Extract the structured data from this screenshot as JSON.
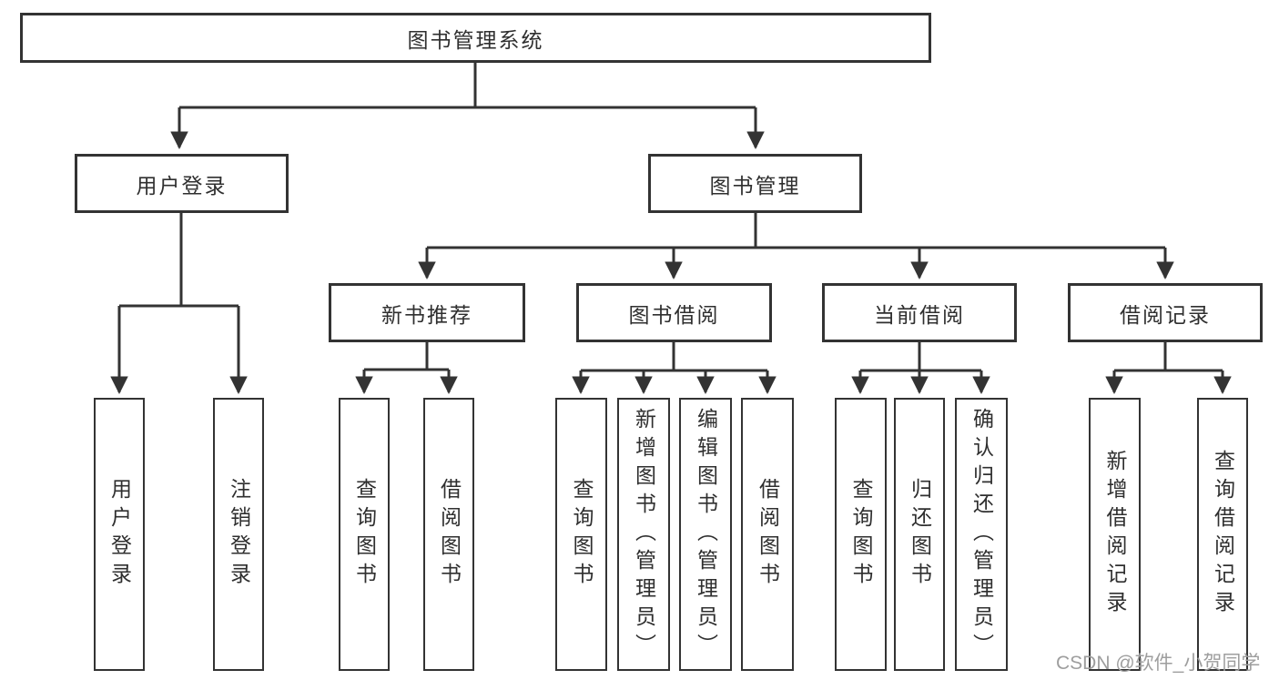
{
  "diagram": {
    "title_note": "functional structure tree",
    "colors": {
      "line": "#333333",
      "border": "#333333",
      "text": "#2f2f2f",
      "watermark": "#9e9e9e",
      "background": "#ffffff"
    },
    "nodes": {
      "root": {
        "label": "图书管理系统"
      },
      "level2": [
        {
          "label": "用户登录"
        },
        {
          "label": "图书管理"
        }
      ],
      "level3": [
        {
          "label": "新书推荐"
        },
        {
          "label": "图书借阅"
        },
        {
          "label": "当前借阅"
        },
        {
          "label": "借阅记录"
        }
      ],
      "leaves": {
        "user_login": [
          "用户登录",
          "注销登录"
        ],
        "new_books": [
          "查询图书",
          "借阅图书"
        ],
        "book_borrow": [
          "查询图书",
          "新增图书（管理员）",
          "编辑图书（管理员）",
          "借阅图书"
        ],
        "current_borrow": [
          "查询图书",
          "归还图书",
          "确认归还（管理员）"
        ],
        "borrow_records": [
          "新增借阅记录",
          "查询借阅记录"
        ]
      }
    },
    "watermark": {
      "text": "CSDN @软件_小贺同学"
    }
  }
}
